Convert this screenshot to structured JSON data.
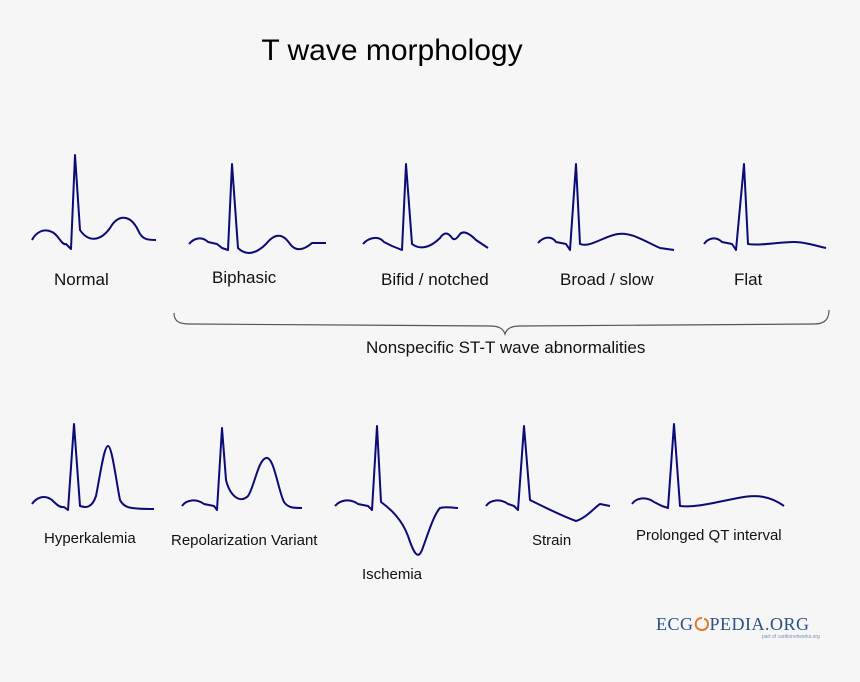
{
  "title": "T wave morphology",
  "colors": {
    "trace": "#0b0b78",
    "brace": "#555555",
    "logo": "#2b4f86"
  },
  "row1": [
    {
      "key": "normal",
      "label": "Normal"
    },
    {
      "key": "biphasic",
      "label": "Biphasic"
    },
    {
      "key": "bifid",
      "label": "Bifid / notched"
    },
    {
      "key": "broad",
      "label": "Broad / slow"
    },
    {
      "key": "flat",
      "label": "Flat"
    }
  ],
  "group_label": "Nonspecific ST-T wave abnormalities",
  "row2": [
    {
      "key": "hyperkalemia",
      "label": "Hyperkalemia"
    },
    {
      "key": "repolarization",
      "label": "Repolarization Variant"
    },
    {
      "key": "ischemia",
      "label": "Ischemia"
    },
    {
      "key": "strain",
      "label": "Strain"
    },
    {
      "key": "prolonged_qt",
      "label": "Prolonged QT interval"
    }
  ],
  "logo": {
    "text_left": "ECG",
    "text_right": "PEDIA.ORG",
    "tagline": "part of cardionetworks.org"
  }
}
